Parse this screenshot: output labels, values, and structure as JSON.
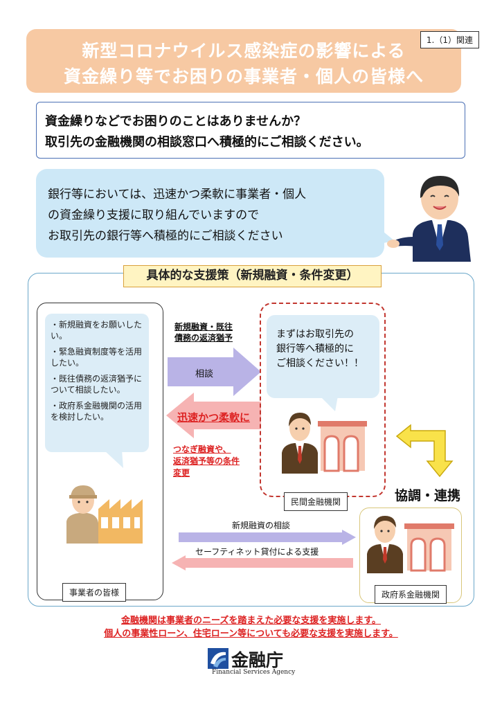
{
  "header": {
    "title_line1": "新型コロナウイルス感染症の影響による",
    "title_line2": "資金繰り等でお困りの事業者・個人の皆様へ",
    "ref_tag": "1.（1）関連"
  },
  "question": {
    "line1": "資金繰りなどでお困りのことはありませんか？",
    "line2": "取引先の金融機関の相談窓口へ積極的にご相談ください。"
  },
  "bank_message": {
    "line1": "銀行等においては、迅速かつ柔軟に事業者・個人",
    "line2": "の資金繰り支援に取り組んでいますので",
    "line3": "お取引先の銀行等へ積極的にご相談ください"
  },
  "panel": {
    "heading": "具体的な支援策（新規融資・条件変更）"
  },
  "customers": {
    "needs": [
      "・新規融資をお願いしたい。",
      "・緊急融資制度等を活用したい。",
      "・既往債務の返済猶予について相談したい。",
      "・政府系金融機関の活用を検討したい。"
    ],
    "label": "事業者の皆様"
  },
  "private_bank": {
    "bubble_line1": "まずはお取引先の",
    "bubble_line2": "銀行等へ積極的に",
    "bubble_line3": "ご相談ください！！",
    "label": "民間金融機関"
  },
  "gov_bank": {
    "label": "政府系金融機関"
  },
  "arrows": {
    "top_caption_line1": "新規融資・既往",
    "top_caption_line2": "債務の返済猶予",
    "consult": "相談",
    "swift": "迅速かつ柔軟に",
    "bridge_line1": "つなぎ融資や、",
    "bridge_line2": "返済猶予等の条件",
    "bridge_line3": "変更",
    "coop": "協調・連携",
    "new_loan_consult": "新規融資の相談",
    "safety_net": "セーフティネット貸付による支援"
  },
  "footer": {
    "line1": "金融機関は事業者のニーズを踏まえた必要な支援を実施します。",
    "line2": "個人の事業性ローン、住宅ローン等についても必要な支援を実施します。"
  },
  "logo": {
    "name": "金融庁",
    "english": "Financial Services Agency"
  },
  "colors": {
    "banner": "#f7c9a3",
    "accent_red": "#dd2222",
    "light_blue": "#cde8f7",
    "arrow_purple": "#b9b3e6",
    "arrow_pink": "#f6b3b3",
    "yellow": "#f9e24a"
  }
}
